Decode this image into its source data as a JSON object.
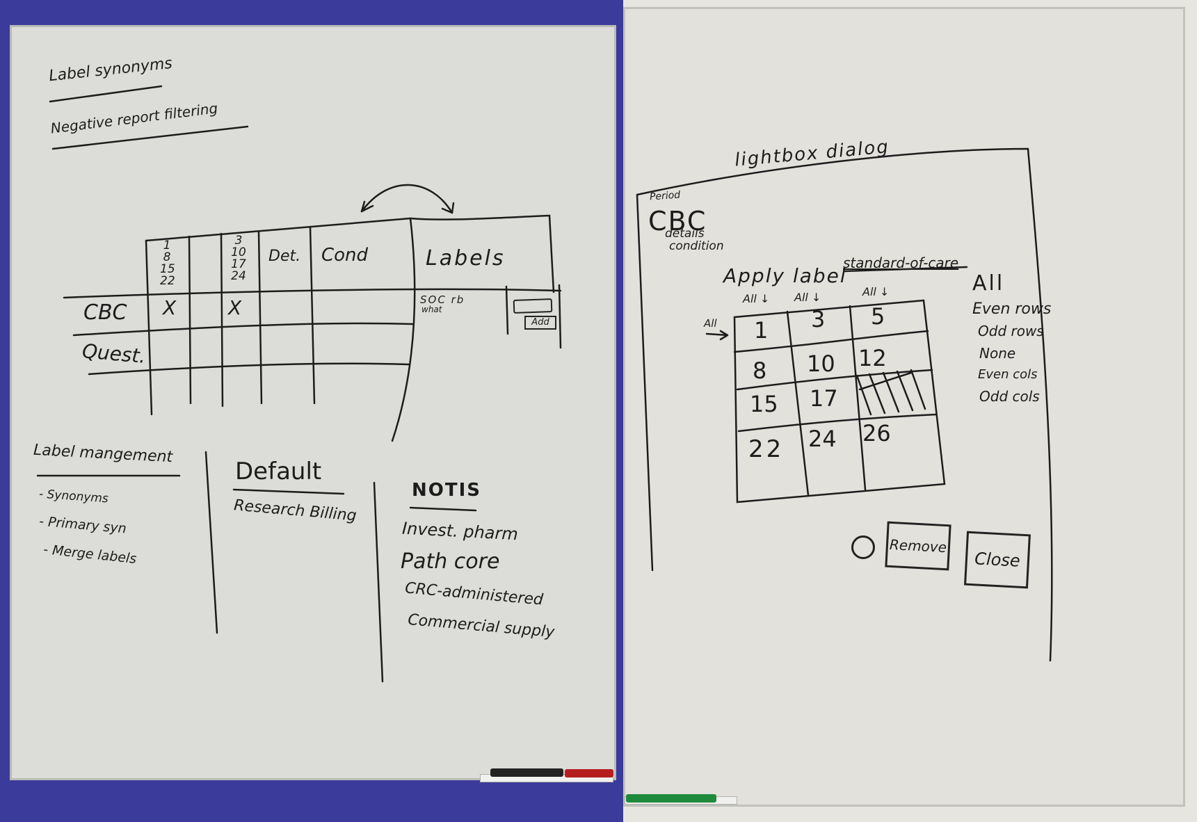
{
  "left_board": {
    "topics": [
      "Label synonyms",
      "Negative report filtering"
    ],
    "table": {
      "col_a": [
        "1",
        "8",
        "15",
        "22"
      ],
      "col_b": [
        "3",
        "10",
        "17",
        "24"
      ],
      "col_det": "Det.",
      "col_cond": "Cond",
      "col_labels": "Labels",
      "rows": [
        "CBC",
        "Quest."
      ],
      "marks": [
        "X",
        "X"
      ],
      "label_cell": "SOC rb",
      "label_cell_sub": "what",
      "add_button": "Add"
    },
    "label_management": {
      "title": "Label mangement",
      "items": [
        "- Synonyms",
        "- Primary syn",
        "- Merge labels"
      ]
    },
    "default": {
      "title": "Default",
      "item": "Research Billing"
    },
    "notis": {
      "title": "NOTIS",
      "items": [
        "Invest. pharm",
        "Path core",
        "CRC-administered",
        "Commercial supply"
      ]
    }
  },
  "right_board": {
    "title": "lightbox dialog",
    "header_small": "Period",
    "header_big": "CBC",
    "header_details": "details",
    "header_condition": "condition",
    "apply_label": "Apply label",
    "apply_label_value": "standard-of-care",
    "col_headers": [
      "All ↓",
      "All ↓",
      "All ↓"
    ],
    "row_header": "All",
    "grid": [
      [
        "1",
        "3",
        "5"
      ],
      [
        "8",
        "10",
        "12"
      ],
      [
        "15",
        "17",
        ""
      ],
      [
        "22",
        "24",
        "26"
      ]
    ],
    "options": [
      "All",
      "Even rows",
      "Odd rows",
      "None",
      "Even cols",
      "Odd cols"
    ],
    "remove_button": "Remove",
    "close_button": "Close"
  }
}
